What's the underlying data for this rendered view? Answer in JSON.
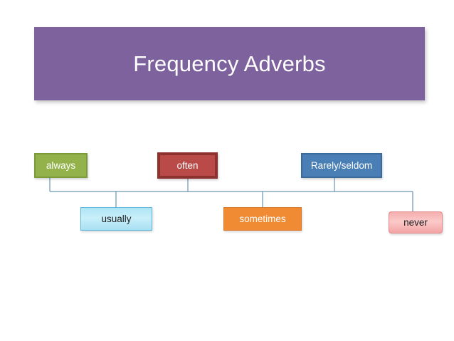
{
  "slide": {
    "title": "Frequency Adverbs",
    "background_color": "#ffffff"
  },
  "banner": {
    "fill_color": "#7d629e",
    "text_color": "#ffffff"
  },
  "diagram": {
    "type": "hierarchy-chart",
    "top_row": [
      {
        "id": "always",
        "label": "always",
        "fill_color": "#94b24c",
        "border_color": "#7b9a3a",
        "text_color": "#ffffff"
      },
      {
        "id": "often",
        "label": "often",
        "fill_color": "#b94a48",
        "border_color": "#8e302e",
        "text_color": "#ffffff"
      },
      {
        "id": "rarely",
        "label": "Rarely/seldom",
        "fill_color": "#4a7fb5",
        "border_color": "#3a6a9c",
        "text_color": "#ffffff"
      }
    ],
    "bottom_row": [
      {
        "id": "usually",
        "label": "usually",
        "fill_color": "#b9e8f7",
        "border_color": "#5fb8d8",
        "text_color": "#1c1c1c"
      },
      {
        "id": "sometimes",
        "label": "sometimes",
        "fill_color": "#f08a33",
        "border_color": "#d9782a",
        "text_color": "#ffffff"
      },
      {
        "id": "never",
        "label": "never",
        "fill_color": "#f7b8b8",
        "border_color": "#e08d8d",
        "text_color": "#1c1c1c"
      }
    ],
    "connector_color": "#4a7fa0"
  }
}
